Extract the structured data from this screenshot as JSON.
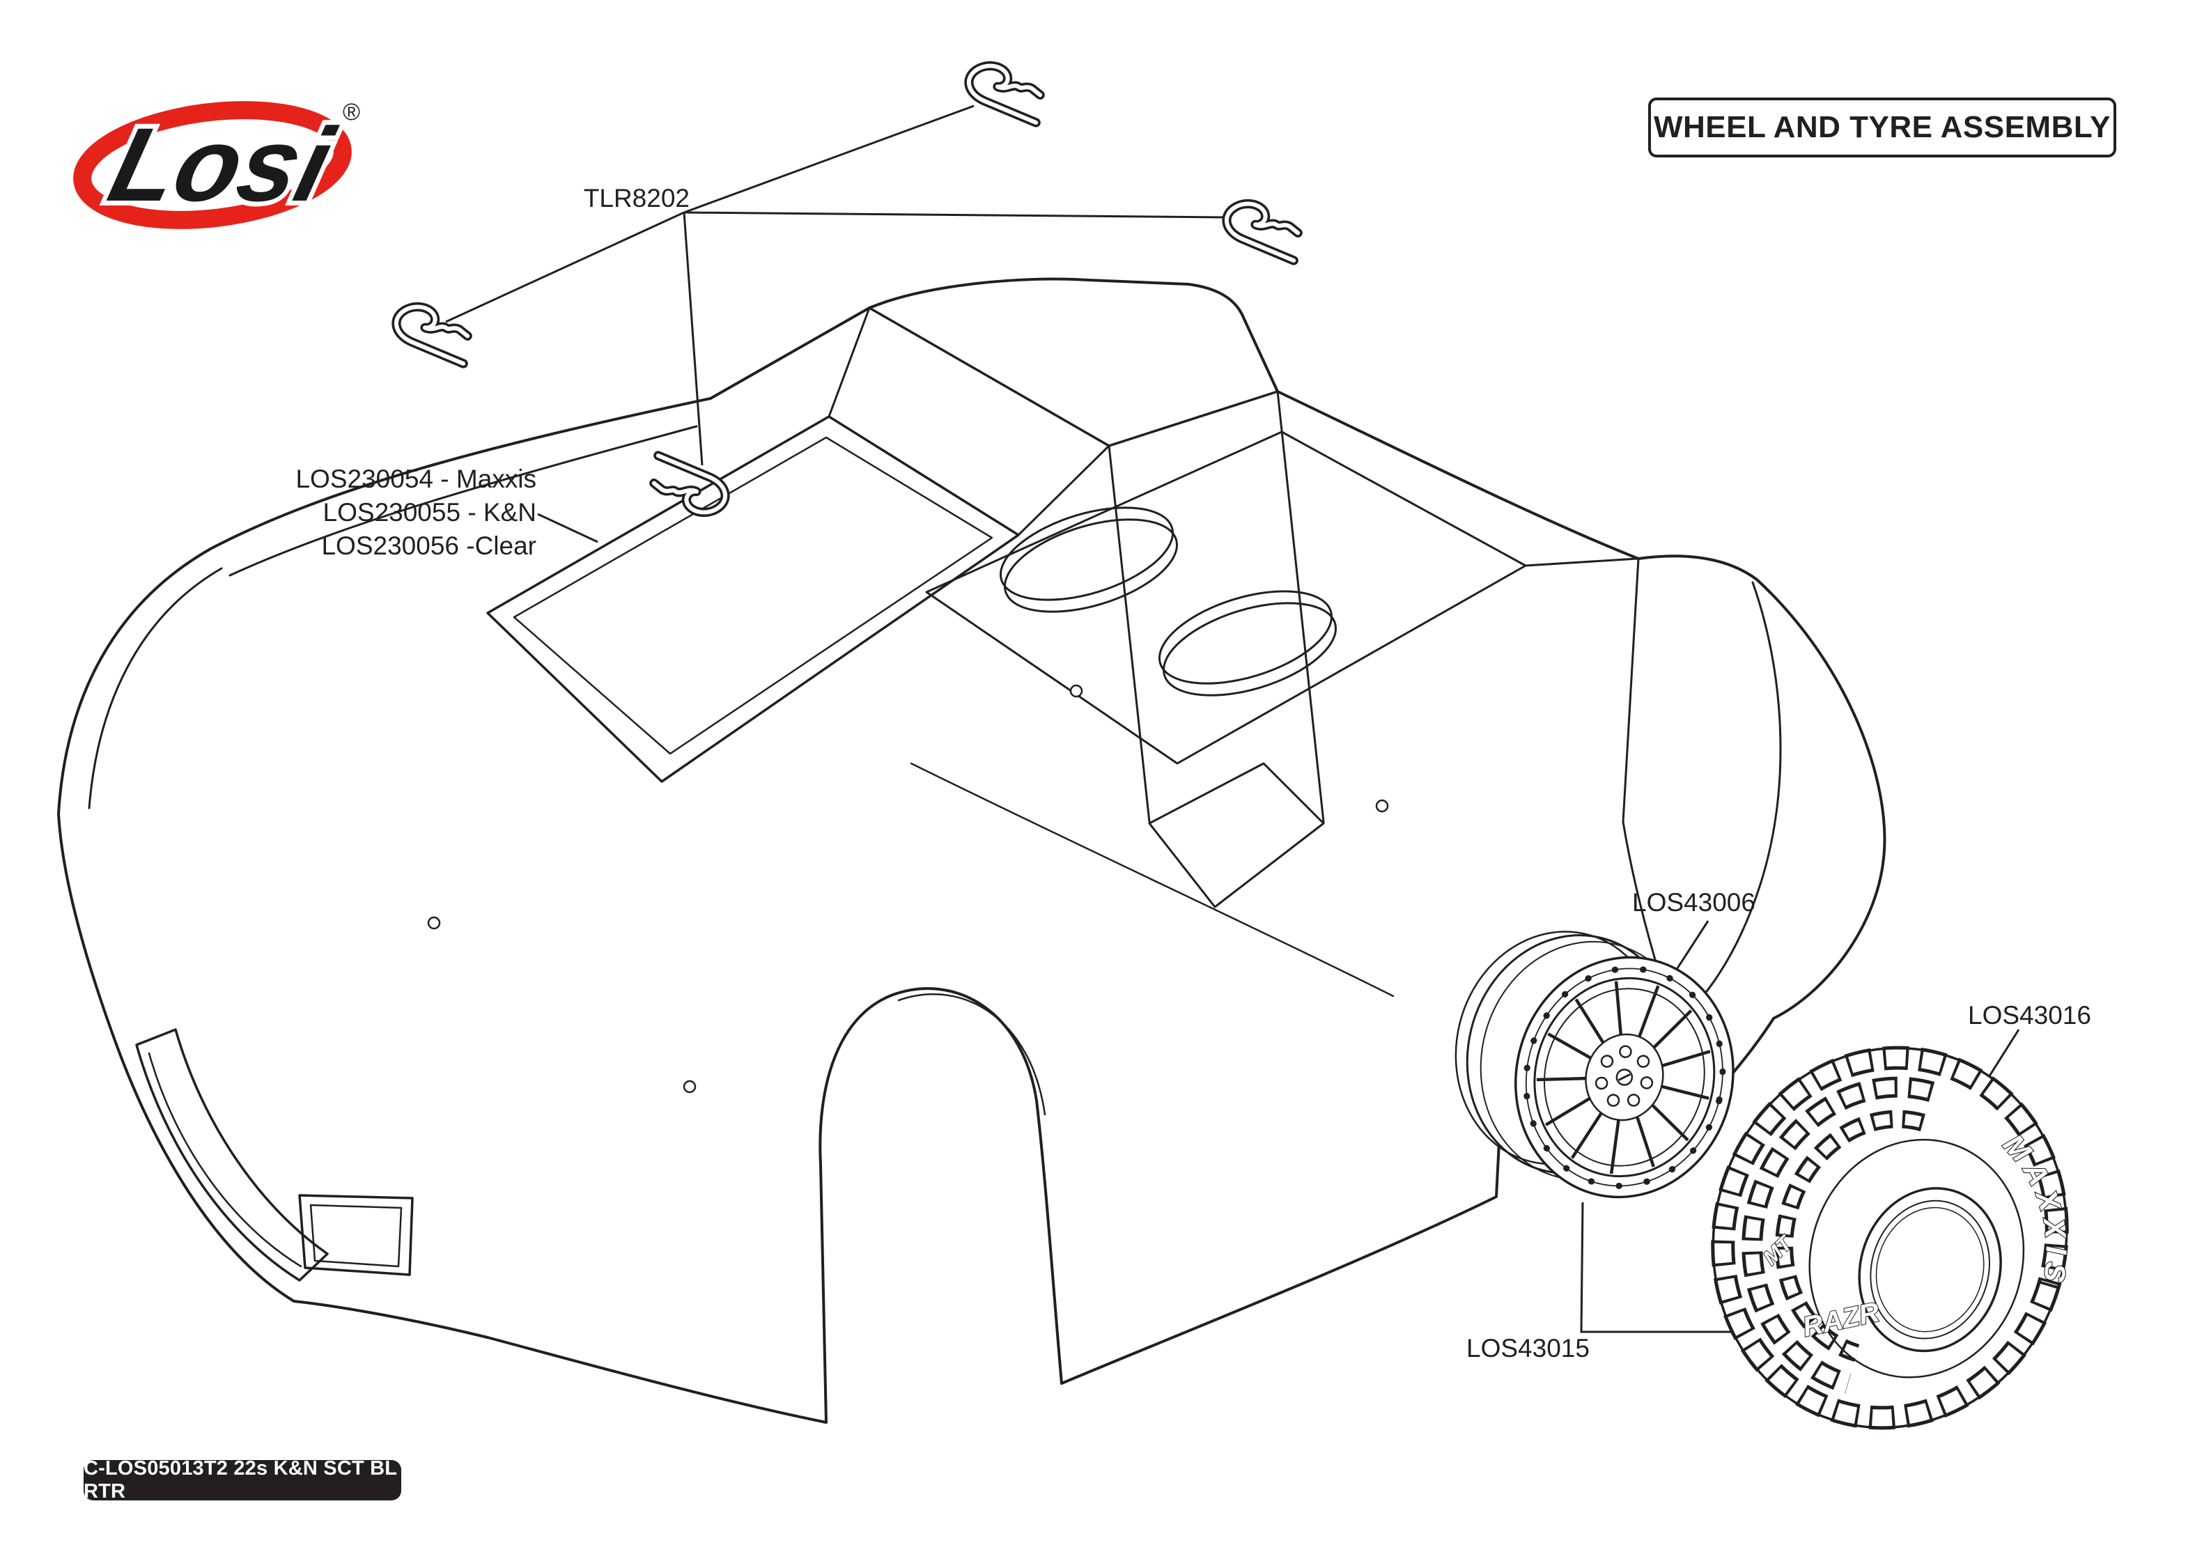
{
  "page": {
    "title_box": "WHEEL AND TYRE ASSEMBLY",
    "footer_code": "C-LOS05013T2 22s K&N SCT BL RTR"
  },
  "brand": {
    "name": "Losi",
    "registered_mark": "®",
    "logo_color": "#e5231b"
  },
  "labels": {
    "body_clip": "TLR8202",
    "body_options": [
      "LOS230054 - Maxxis",
      "LOS230055 - K&N",
      "LOS230056 -Clear"
    ],
    "wheel": "LOS43006",
    "tyre": "LOS43016",
    "wheel_tyre_assembled": "LOS43015"
  },
  "tyre_markings": {
    "brand": "MAXXIS",
    "model": "RAZR",
    "model_suffix": "MT"
  },
  "colors": {
    "line": "#231f20",
    "background": "#ffffff",
    "accent_red": "#e5231b",
    "footer_bg": "#231f20",
    "footer_text": "#ffffff"
  }
}
